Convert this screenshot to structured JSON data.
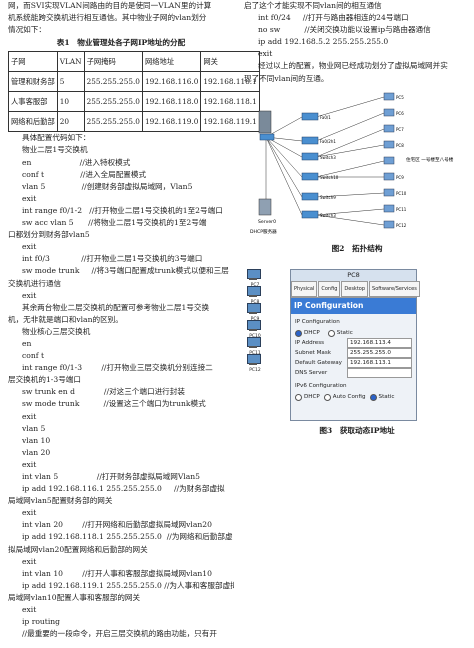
{
  "left": {
    "intro1": "网，而SVI实现VLAN间路由的目的是使同一VLAN里的计算",
    "intro2": "机系统能跨交换机进行相互通信。其中物业子网的vlan划分",
    "intro3": "情况如下：",
    "table_caption": "表1　物业管理处各子网IP地址的分配",
    "table": {
      "headers": [
        "子网",
        "VLAN",
        "子网掩码",
        "网络地址",
        "网关"
      ],
      "rows": [
        [
          "管理和财务部",
          "5",
          "255.255.255.0",
          "192.168.116.0",
          "192.168.116.1"
        ],
        [
          "人事客服部",
          "10",
          "255.255.255.0",
          "192.168.118.0",
          "192.168.118.1"
        ],
        [
          "网络和后勤部",
          "20",
          "255.255.255.0",
          "192.168.119.0",
          "192.168.119.1"
        ]
      ]
    },
    "lines": [
      {
        "t": "具体配置代码如下：",
        "c": "ind"
      },
      {
        "t": "物业二层1号交换机",
        "c": "ind"
      },
      {
        "t": "en                    //进入特权模式",
        "c": "code"
      },
      {
        "t": "conf t               //进入全局配置模式",
        "c": "code"
      },
      {
        "t": "vlan 5               //创建财务部虚拟局域网，Vlan5",
        "c": "code"
      },
      {
        "t": "exit",
        "c": "code"
      },
      {
        "t": "int range f0/1-2   //打开物业二层1号交换机的1至2号端口",
        "c": "code"
      },
      {
        "t": "sw acc vlan 5      //将物业二层1号交换机的1至2号端",
        "c": "code"
      },
      {
        "t": "口都划分到财务部vlan5",
        "c": ""
      },
      {
        "t": "exit",
        "c": "code"
      },
      {
        "t": "int f0/3             //打开物业二层1号交换机的3号端口",
        "c": "code"
      },
      {
        "t": "sw mode trunk     //将3号端口配置成trunk模式以便和三层",
        "c": "code"
      },
      {
        "t": "交换机进行通信",
        "c": ""
      },
      {
        "t": "exit",
        "c": "code"
      },
      {
        "t": "其余两台物业二层交换机的配置可参考物业二层1号交换",
        "c": "ind"
      },
      {
        "t": "机，无非就是端口和vlan的区别。",
        "c": ""
      },
      {
        "t": "物业核心三层交换机",
        "c": "ind"
      },
      {
        "t": "en",
        "c": "code"
      },
      {
        "t": "conf t",
        "c": "code"
      },
      {
        "t": "int range f0/1-3        //打开物业三层交换机分别连接二",
        "c": "code"
      },
      {
        "t": "层交换机的1-3号端口",
        "c": ""
      },
      {
        "t": "sw trunk en d            //对这三个端口进行封装",
        "c": "code"
      },
      {
        "t": "sw mode trunk          //设置这三个端口为trunk模式",
        "c": "code"
      },
      {
        "t": "exit",
        "c": "code"
      },
      {
        "t": "vlan 5",
        "c": "code"
      },
      {
        "t": "vlan 10",
        "c": "code"
      },
      {
        "t": "vlan 20",
        "c": "code"
      },
      {
        "t": "exit",
        "c": "code"
      },
      {
        "t": "int vlan 5                //打开财务部虚拟局域网Vlan5",
        "c": "code"
      },
      {
        "t": "ip add 192.168.116.1 255.255.255.0     //为财务部虚拟",
        "c": "code"
      },
      {
        "t": "局域网vlan5配置财务部的网关",
        "c": ""
      },
      {
        "t": "exit",
        "c": "code"
      },
      {
        "t": "int vlan 20        //打开网络和后勤部虚拟局域网vlan20",
        "c": "code"
      },
      {
        "t": "ip add 192.168.118.1 255.255.255.0  //为网络和后勤部虚",
        "c": "code"
      },
      {
        "t": "拟局域网vlan20配置网络和后勤部的网关",
        "c": ""
      },
      {
        "t": "exit",
        "c": "code"
      },
      {
        "t": "int vlan 10        //打开人事和客服部虚拟局域网vlan10",
        "c": "code"
      },
      {
        "t": "ip add 192.168.119.1 255.255.255.0 //为人事和客服部虚拟",
        "c": "code"
      },
      {
        "t": "局域网vlan10配置人事和客服部的网关",
        "c": ""
      },
      {
        "t": "exit",
        "c": "code"
      },
      {
        "t": "ip routing",
        "c": "code"
      },
      {
        "t": "//最重要的一段命令，开启三层交换机的路由功能，只有开",
        "c": "code"
      }
    ]
  },
  "right": {
    "lines": [
      {
        "t": "启了这个才能实现不同vlan间的相互通信",
        "c": ""
      },
      {
        "t": "int f0/24     //打开与路由器相连的24号端口",
        "c": "code"
      },
      {
        "t": "no sw          //关闭交换功能以设置ip与路由器通信",
        "c": "code"
      },
      {
        "t": "ip add 192.168.5.2 255.255.255.0",
        "c": "code"
      },
      {
        "t": "exit",
        "c": "code"
      },
      {
        "t": "经过以上的配置，物业网已经成功划分了虚拟局域网并实",
        "c": "ind"
      },
      {
        "t": "现了不同vlan间的互通。",
        "c": ""
      }
    ],
    "fig2_caption": "图2　拓扑结构",
    "fig3_caption": "图3　获取动态IP地址",
    "topo": {
      "dhcp_label": "DHCP服务器",
      "server_label": "Server0",
      "right_label": "住宅区  一号楼至八号楼",
      "switch_labels": [
        "Fa0/1",
        "Fa0/2h1",
        "Switch3",
        "Switch10",
        "Switch9",
        "Switch3"
      ],
      "pc_labels": [
        "PC5",
        "PC6",
        "PC7",
        "PC8",
        "PC9",
        "PC10",
        "PC11",
        "PC12"
      ]
    },
    "dialog": {
      "title": "PC8",
      "tabs": [
        "Physical",
        "Config",
        "Desktop",
        "Software/Services"
      ],
      "header": "IP Configuration",
      "sub": "IP Configuration",
      "dhcp": "DHCP",
      "static": "Static",
      "fields": [
        {
          "label": "IP Address",
          "value": "192.168.113.4"
        },
        {
          "label": "Subnet Mask",
          "value": "255.255.255.0"
        },
        {
          "label": "Default Gateway",
          "value": "192.168.113.1"
        },
        {
          "label": "DNS Server",
          "value": ""
        }
      ],
      "ipv6": "IPv6 Configuration",
      "v6_dhcp": "DHCP",
      "v6_auto": "Auto Config",
      "v6_static": "Static"
    },
    "side_pcs": [
      "PC7",
      "PC8",
      "PC9",
      "PC10",
      "PC11",
      "PC12"
    ]
  }
}
